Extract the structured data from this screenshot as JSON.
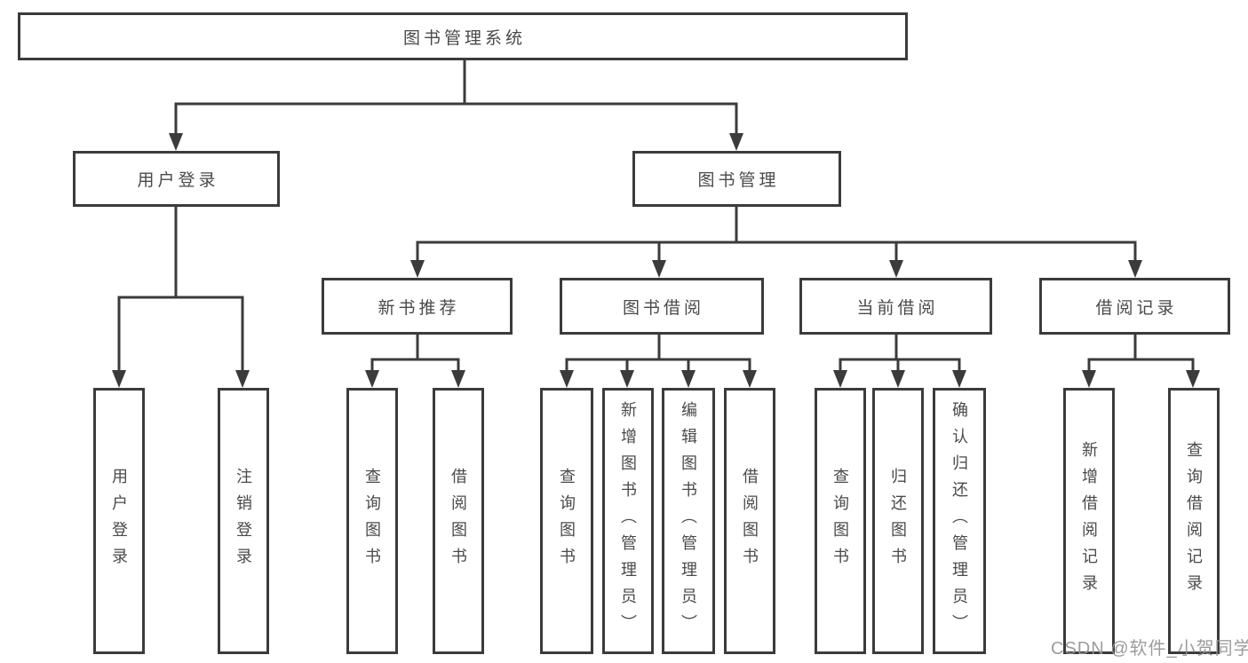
{
  "diagram": {
    "title": "图书管理系统",
    "root": {
      "label": "图书管理系统"
    },
    "level2": [
      {
        "label": "用户登录"
      },
      {
        "label": "图书管理"
      }
    ],
    "level3": [
      {
        "label": "新书推荐"
      },
      {
        "label": "图书借阅"
      },
      {
        "label": "当前借阅"
      },
      {
        "label": "借阅记录"
      }
    ],
    "leaves": [
      {
        "label": "用户登录"
      },
      {
        "label": "注销登录"
      },
      {
        "label": "查询图书"
      },
      {
        "label": "借阅图书"
      },
      {
        "label": "查询图书"
      },
      {
        "label": "新增图书（管理员）"
      },
      {
        "label": "编辑图书（管理员）"
      },
      {
        "label": "借阅图书"
      },
      {
        "label": "查询图书"
      },
      {
        "label": "归还图书"
      },
      {
        "label": "确认归还（管理员）"
      },
      {
        "label": "新增借阅记录"
      },
      {
        "label": "查询借阅记录"
      }
    ],
    "colors": {
      "line": "#3b3b3b",
      "box_border": "#3b3b3b",
      "box_fill": "#ffffff",
      "text": "#4a4a4a",
      "watermark": "#949494"
    }
  },
  "watermark": "CSDN @软件_小贺同学"
}
